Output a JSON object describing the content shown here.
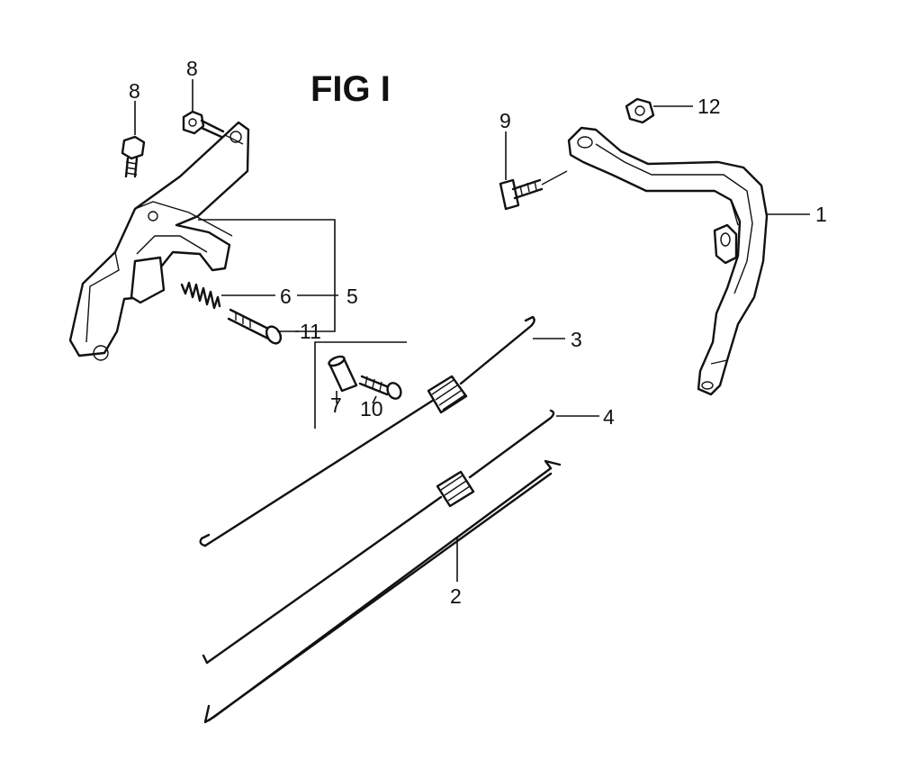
{
  "title": "FIG I",
  "callouts": {
    "c1": "1",
    "c2": "2",
    "c3": "3",
    "c4": "4",
    "c5": "5",
    "c6": "6",
    "c7": "7",
    "c8a": "8",
    "c8b": "8",
    "c9": "9",
    "c10": "10",
    "c11": "11",
    "c12": "12"
  }
}
